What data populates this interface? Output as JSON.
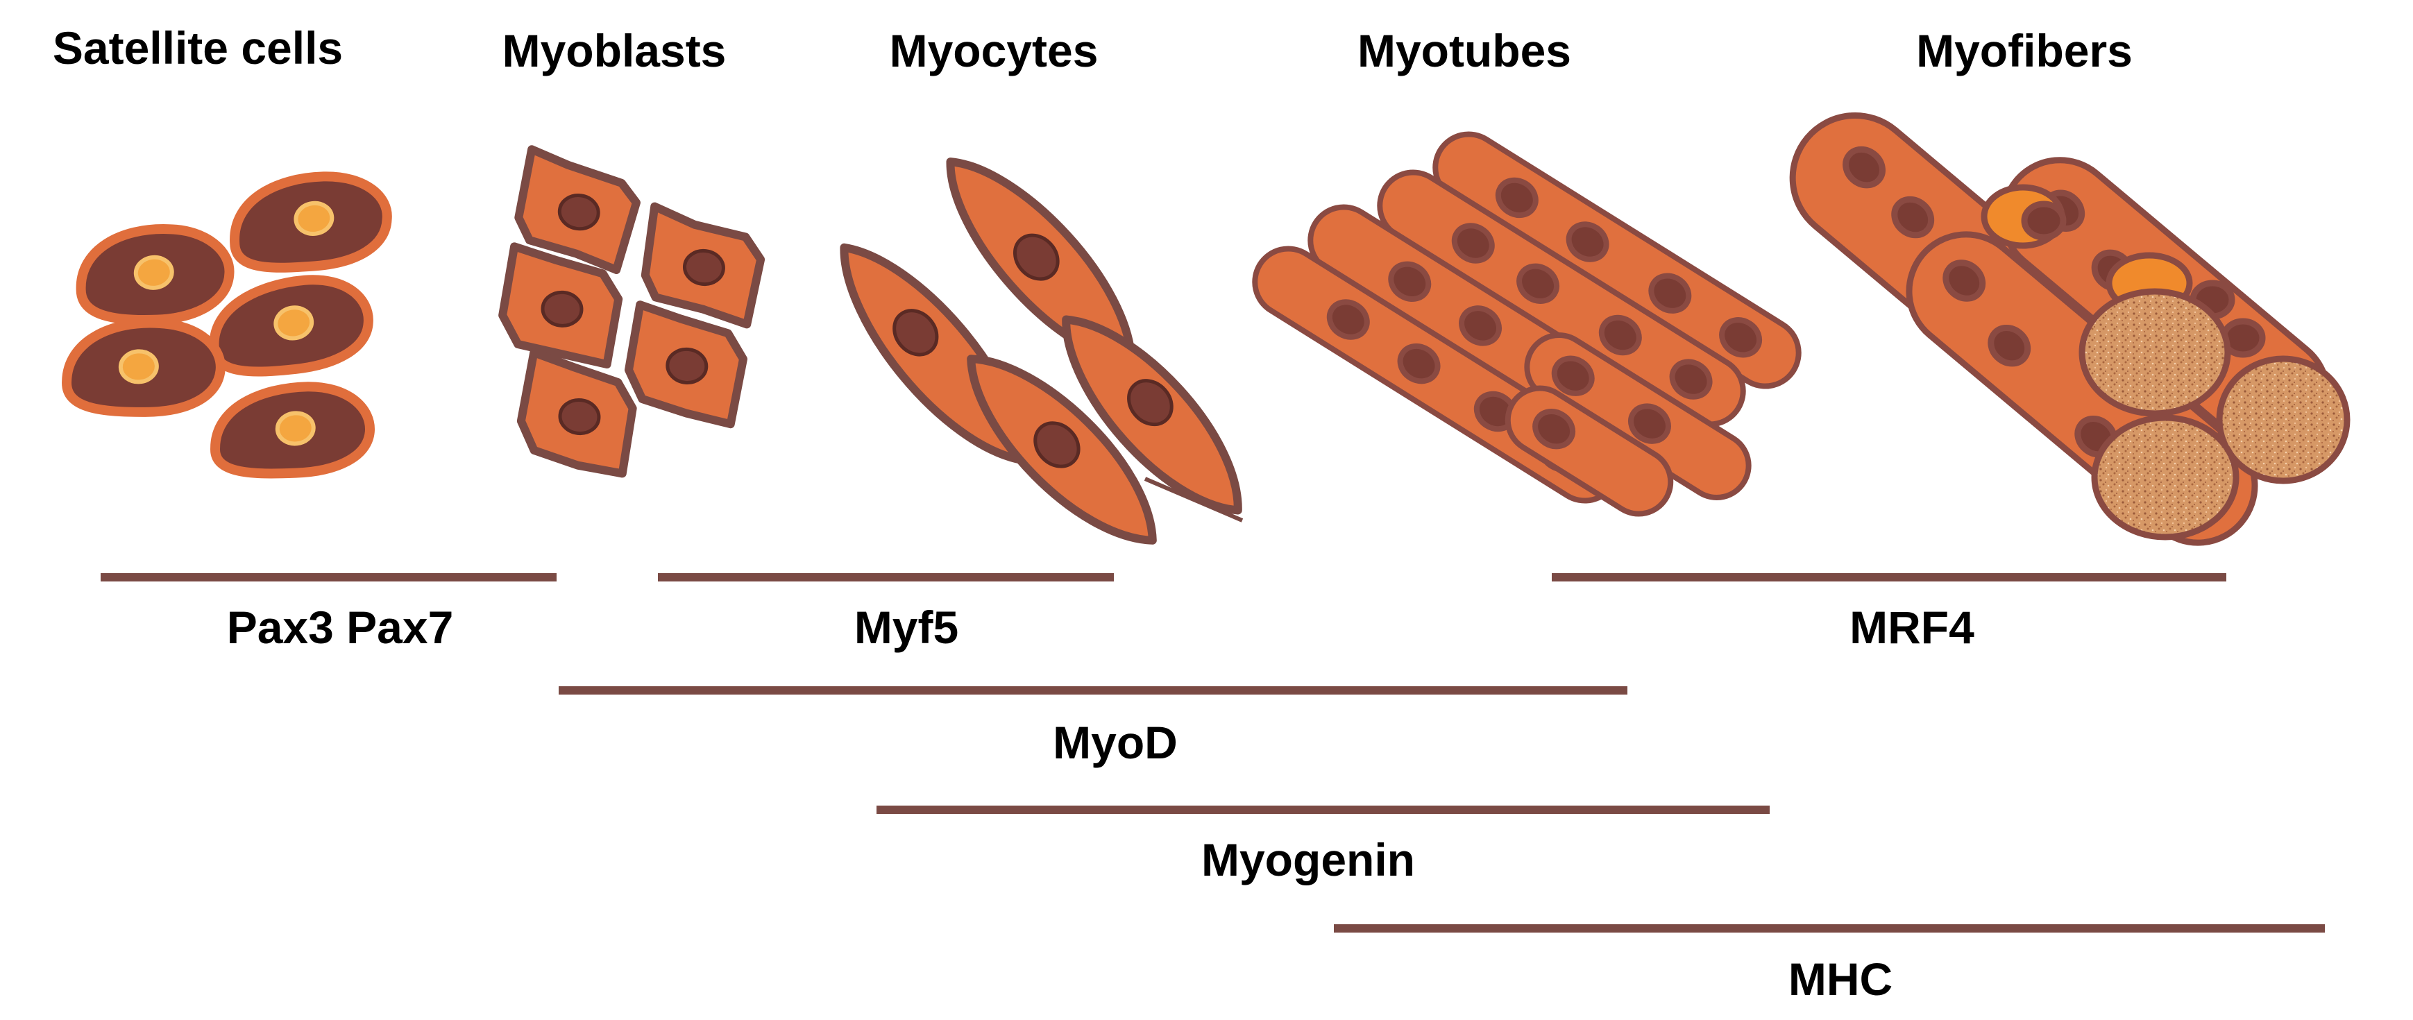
{
  "colors": {
    "dark_cell": "#7a3c34",
    "dark_cell_outline": "#e06e3c",
    "nucleus_light": "#f4a640",
    "nucleus_light_ring": "#f7c26b",
    "muscle_fill": "#e0703e",
    "muscle_outline": "#8a4a42",
    "nucleus_dark": "#7a3c34",
    "nucleus_orange": "#f08a2c",
    "cross_section": "#d69866",
    "bar": "#7a4a44"
  },
  "stages": [
    {
      "id": "satellite",
      "label": "Satellite cells"
    },
    {
      "id": "myoblasts",
      "label": "Myoblasts"
    },
    {
      "id": "myocytes",
      "label": "Myocytes"
    },
    {
      "id": "myotubes",
      "label": "Myotubes"
    },
    {
      "id": "myofibers",
      "label": "Myofibers"
    }
  ],
  "markers": [
    {
      "id": "pax",
      "label": "Pax3 Pax7"
    },
    {
      "id": "myf5",
      "label": "Myf5"
    },
    {
      "id": "mrf4",
      "label": "MRF4"
    },
    {
      "id": "myod",
      "label": "MyoD"
    },
    {
      "id": "myogenin",
      "label": "Myogenin"
    },
    {
      "id": "mhc",
      "label": "MHC"
    }
  ]
}
